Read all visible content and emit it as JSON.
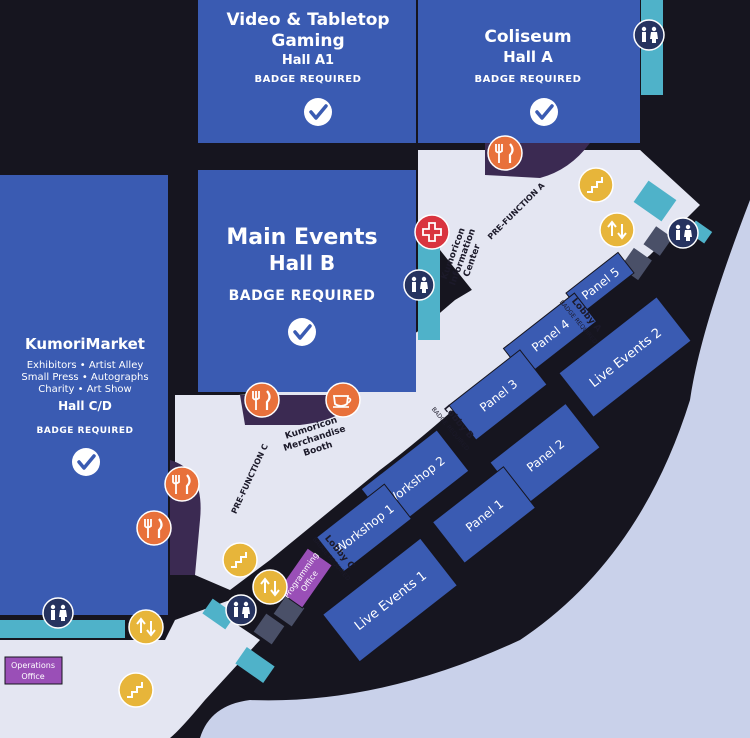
{
  "halls": {
    "video_gaming": {
      "line1": "Video & Tabletop",
      "line2": "Gaming",
      "line3": "Hall A1",
      "badge": "BADGE REQUIRED"
    },
    "coliseum": {
      "line1": "Coliseum",
      "line2": "Hall A",
      "badge": "BADGE REQUIRED"
    },
    "main_events": {
      "line1": "Main Events",
      "line2": "Hall B",
      "badge": "BADGE REQUIRED"
    },
    "kumori_market": {
      "title": "KumoriMarket",
      "sub1": "Exhibitors • Artist Alley",
      "sub2": "Small Press • Autographs",
      "sub3": "Charity • Art Show",
      "hall": "Hall C/D",
      "badge": "BADGE REQUIRED"
    }
  },
  "rooms": {
    "panel5": "Panel 5",
    "panel4": "Panel 4",
    "panel3": "Panel 3",
    "panel2": "Panel 2",
    "panel1": "Panel 1",
    "live2": "Live Events 2",
    "live1": "Live Events 1",
    "workshop2": "Workshop 2",
    "workshop1": "Workshop 1"
  },
  "lobbies": {
    "a": {
      "name": "Lobby A",
      "badge": "BADGE REQUIRED"
    },
    "b": {
      "name": "Lobby B",
      "badge": "BADGE REQUIRED"
    },
    "c": {
      "name": "Lobby C",
      "badge": "BADGE REQUIRED"
    }
  },
  "areas": {
    "prefunction_a": "PRE-FUNCTION A",
    "prefunction_c": "PRE-FUNCTION C",
    "info_center": {
      "line1": "Kumoricon",
      "line2": "Information",
      "line3": "Center"
    },
    "merch_booth": {
      "line1": "Kumoricon",
      "line2": "Merchandise",
      "line3": "Booth"
    },
    "programming_office": {
      "line1": "Programming",
      "line2": "Office"
    },
    "operations_office": {
      "line1": "Operations",
      "line2": "Office"
    }
  },
  "colors": {
    "hall_blue": "#3a5bb2",
    "corridor": "#e4e6f2",
    "background_dark": "#16151f",
    "outside": "#c9d1ea",
    "teal": "#4fb2c9",
    "purple_room": "#9a4fb7",
    "dark_purple": "#3b2a52",
    "icon_orange": "#e8713b",
    "icon_yellow": "#e7b53a",
    "icon_navy": "#26335f",
    "icon_red": "#d9343f"
  },
  "icons": [
    "checkmark-icon",
    "restroom-icon",
    "food-icon",
    "coffee-icon",
    "stairs-icon",
    "elevator-icon",
    "first-aid-icon"
  ]
}
